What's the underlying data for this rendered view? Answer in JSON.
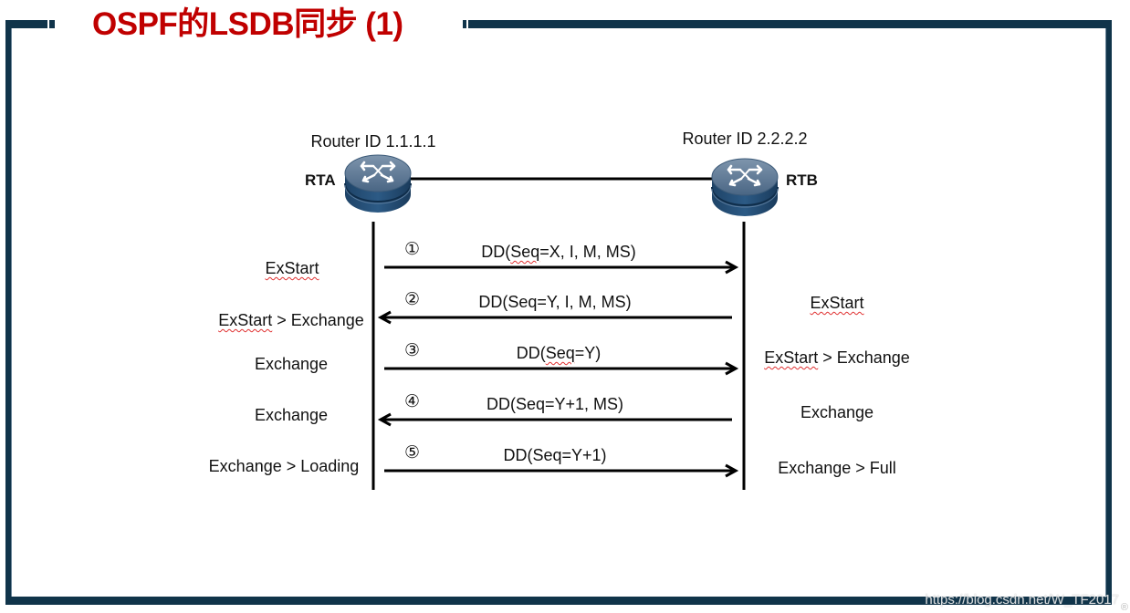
{
  "slide": {
    "title": "OSPF的LSDB同步 (1)",
    "frame_color": "#10344a",
    "title_color": "#c00000"
  },
  "routers": {
    "a": {
      "name": "RTA",
      "router_id_label": "Router ID 1.1.1.1",
      "icon": "router-icon"
    },
    "b": {
      "name": "RTB",
      "router_id_label": "Router ID 2.2.2.2",
      "icon": "router-icon"
    }
  },
  "messages": [
    {
      "step": "①",
      "label_prefix": "DD(",
      "label_squiggle": "Seq",
      "label_suffix": "=X, I, M, MS)",
      "direction": "a-to-b"
    },
    {
      "step": "②",
      "label_prefix": "DD(",
      "label_squiggle": "",
      "label_suffix": "Seq=Y, I, M, MS)",
      "direction": "b-to-a"
    },
    {
      "step": "③",
      "label_prefix": "DD(",
      "label_squiggle": "Seq",
      "label_suffix": "=Y)",
      "direction": "a-to-b"
    },
    {
      "step": "④",
      "label_prefix": "DD(",
      "label_squiggle": "",
      "label_suffix": "Seq=Y+1, MS)",
      "direction": "b-to-a"
    },
    {
      "step": "⑤",
      "label_prefix": "DD(",
      "label_squiggle": "",
      "label_suffix": "Seq=Y+1)",
      "direction": "a-to-b"
    }
  ],
  "states_a": [
    {
      "squiggle": "ExStart",
      "rest": ""
    },
    {
      "squiggle": "ExStart",
      "rest": " > Exchange"
    },
    {
      "squiggle": "",
      "rest": "Exchange"
    },
    {
      "squiggle": "",
      "rest": "Exchange"
    },
    {
      "squiggle": "",
      "rest": "Exchange > Loading"
    }
  ],
  "states_b": [
    {
      "squiggle": "ExStart",
      "rest": ""
    },
    {
      "squiggle": "ExStart",
      "rest": " > Exchange"
    },
    {
      "squiggle": "",
      "rest": "Exchange"
    },
    {
      "squiggle": "",
      "rest": "Exchange > Full"
    }
  ],
  "watermark": "https://blog.csdn.net/W_TF2017",
  "registered_mark": "®"
}
